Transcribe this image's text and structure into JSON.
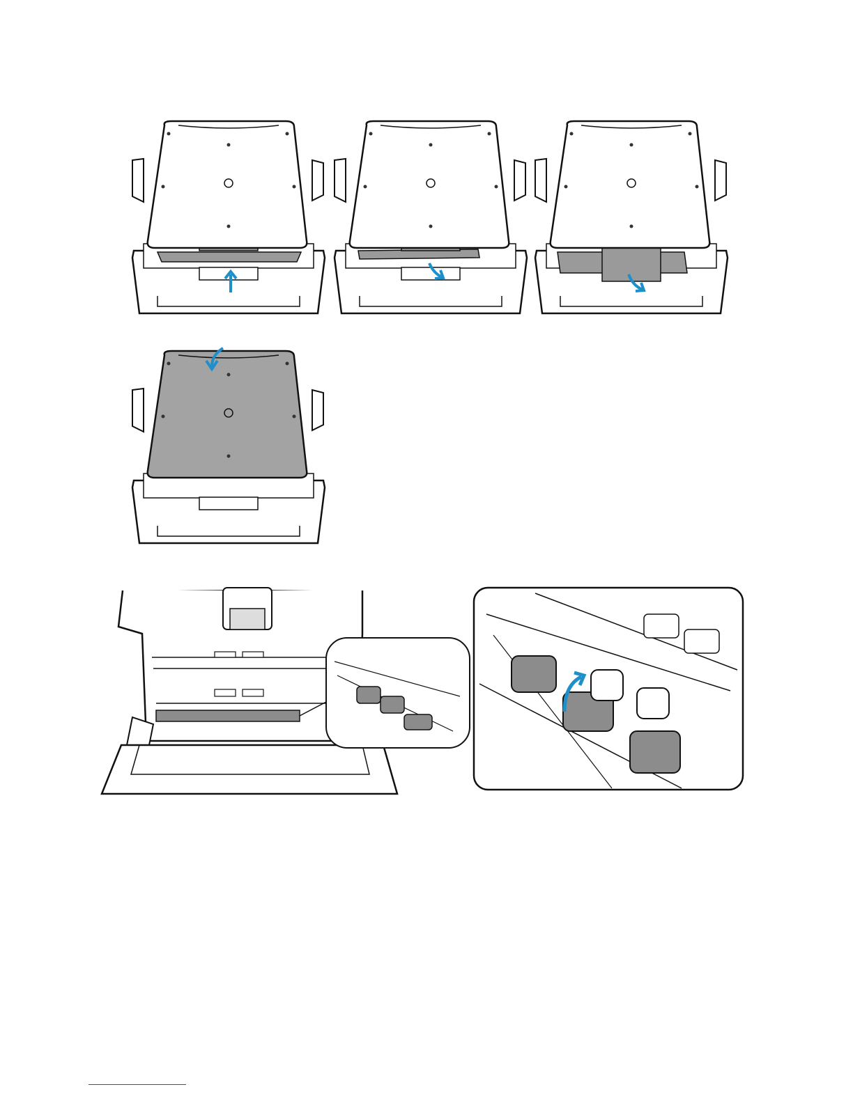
{
  "page": {
    "background": "#ffffff"
  },
  "colors": {
    "outline": "#111111",
    "panel_fill": "#ffffff",
    "highlight_fill": "#9a9a9a",
    "cover_fill": "#a3a3a3",
    "roller_fill": "#8c8c8c",
    "arrow": "#1f8fc9",
    "footnote_rule": "#2d4f9e"
  },
  "figures": [
    {
      "id": "step-1",
      "subject": "scanner-open-lower-tray",
      "arrow": "arrow-up-icon",
      "highlight": "roller-cover"
    },
    {
      "id": "step-2",
      "subject": "scanner-cover-tilt",
      "arrow": "arrow-down-right-icon",
      "highlight": "roller-cover"
    },
    {
      "id": "step-3",
      "subject": "scanner-cover-removed",
      "arrow": "arrow-down-right-icon",
      "highlight": "roller-cover"
    },
    {
      "id": "step-4",
      "subject": "scanner-close-lid",
      "arrow": "arrow-curve-down-icon",
      "highlight": "lid"
    },
    {
      "id": "step-5",
      "subject": "scanner-open-feed-rollers",
      "arrow": "",
      "highlight": "roller-assembly"
    },
    {
      "id": "step-6",
      "subject": "roller-closeup",
      "arrow": "arrow-curve-up-icon",
      "highlight": "rollers"
    }
  ]
}
